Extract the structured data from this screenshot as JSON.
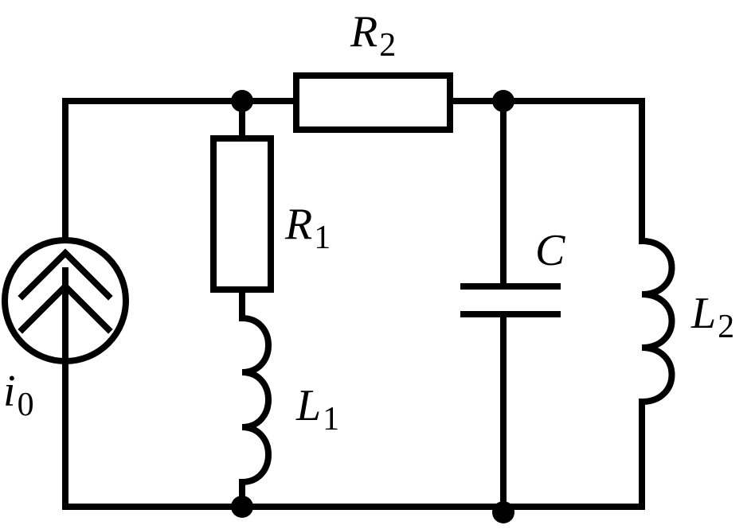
{
  "labels": {
    "R2": {
      "main": "R",
      "sub": "2"
    },
    "R1": {
      "main": "R",
      "sub": "1"
    },
    "C": {
      "main": "C"
    },
    "L2": {
      "main": "L",
      "sub": "2"
    },
    "L1": {
      "main": "L",
      "sub": "1"
    },
    "i0": {
      "main": "i",
      "sub": "0"
    }
  }
}
